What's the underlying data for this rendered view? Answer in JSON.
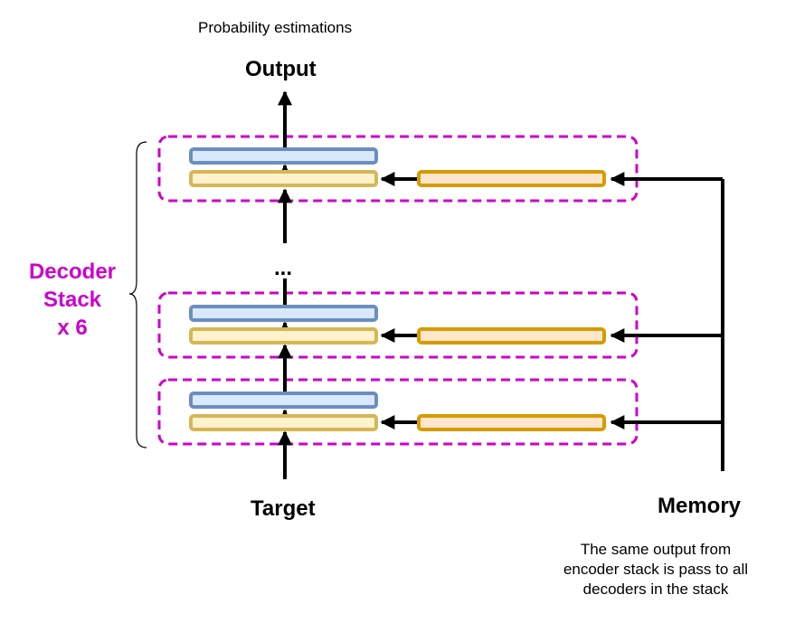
{
  "labels": {
    "probability": "Probability estimations",
    "output": "Output",
    "target": "Target",
    "memory": "Memory",
    "ellipsis": "...",
    "stack_lines": [
      "Decoder",
      "Stack",
      "x 6"
    ],
    "note_lines": [
      "The same output from",
      "encoder stack is pass to all",
      "decoders in the stack"
    ]
  },
  "colors": {
    "stack_accent": "#cc00cc",
    "self_attention_fill": "#dae8fc",
    "self_attention_stroke": "#6c8ebf",
    "cross_attention_fill": "#fff2cc",
    "cross_attention_stroke": "#d6b656",
    "memory_block_fill": "#ffe6cc",
    "memory_block_stroke": "#d79b00",
    "arrow": "#000000"
  }
}
